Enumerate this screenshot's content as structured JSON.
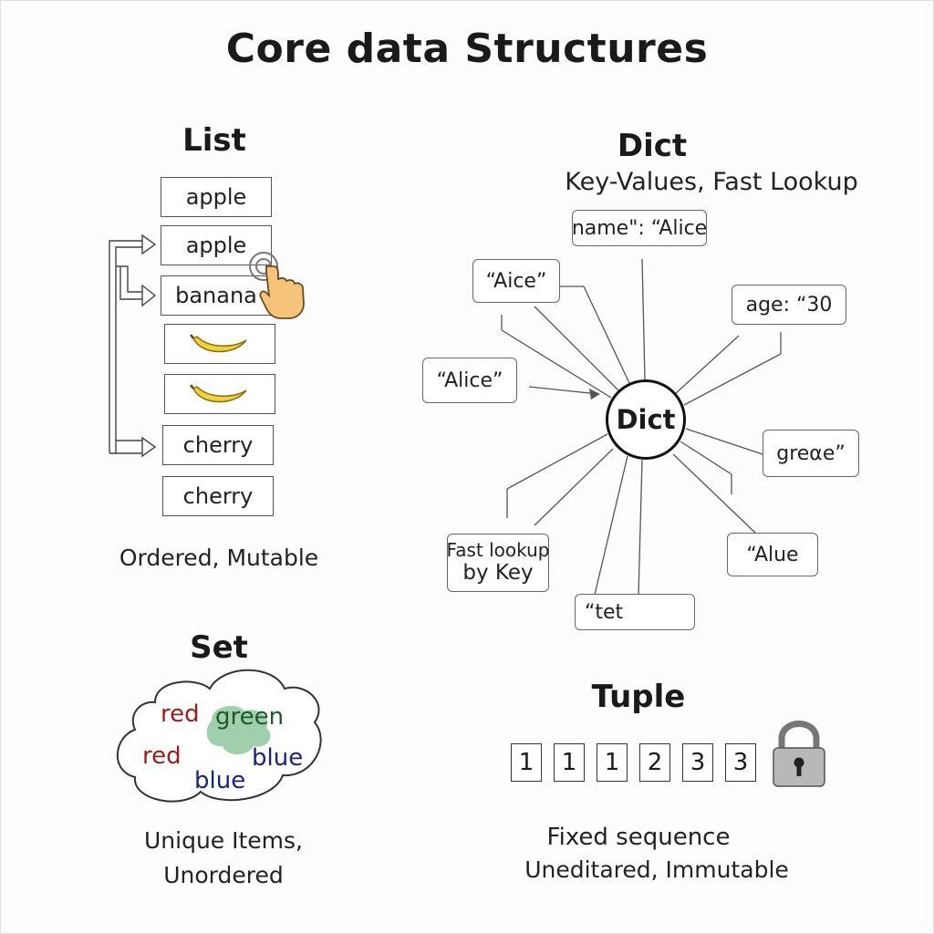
{
  "title": "Core data Structures",
  "list": {
    "heading": "List",
    "items": [
      "apple",
      "apple",
      "banana",
      "",
      "",
      "cherry",
      "cherry"
    ],
    "caption": "Ordered, Mutable",
    "icons": [
      "banana-icon",
      "banana-icon",
      "pointing-hand-icon"
    ]
  },
  "dict": {
    "heading": "Dict",
    "subtitle": "Key-Values, Fast Lookup",
    "center": "Dict",
    "labels": {
      "name": "name\": “Alice",
      "aice": "“Aice”",
      "alice": "“Alice”",
      "age": "age: “30",
      "greae": "greαe”",
      "fast_line1": "Fast lookup",
      "fast_line2": "by Key",
      "tet": "“tet",
      "alue": "“Alue"
    }
  },
  "set": {
    "heading": "Set",
    "words": [
      "red",
      "green",
      "red",
      "blue",
      "blue"
    ],
    "caption_line1": "Unique Items,",
    "caption_line2": "Unordered",
    "colors": {
      "red": "#9b1c1c",
      "green": "#1f5a2a",
      "blue": "#1c237a",
      "blob": "#8fc7a0"
    }
  },
  "tuple": {
    "heading": "Tuple",
    "cells": [
      "1",
      "1",
      "1",
      "2",
      "3",
      "3"
    ],
    "caption_line1": "Fixed sequence",
    "caption_line2": "Uneditared, Immutable",
    "icon": "padlock-icon"
  }
}
